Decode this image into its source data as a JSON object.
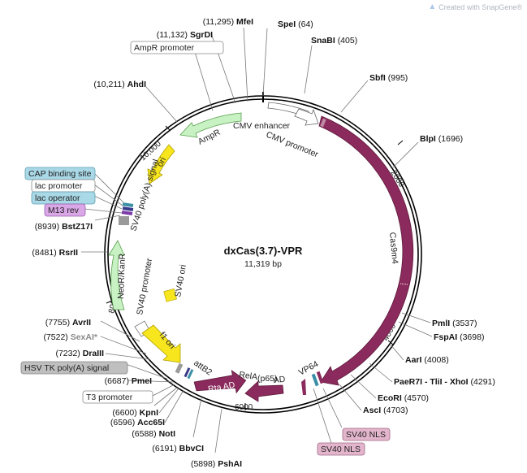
{
  "watermark": "Created with SnapGene®",
  "plasmid": {
    "name": "dxCas(3.7)-VPR",
    "size": "11,319 bp"
  },
  "ticks": [
    "2000",
    "4000",
    "6000",
    "8000",
    "10,000"
  ],
  "sites": [
    {
      "id": "spei",
      "pos": "(64)",
      "enzyme": "SpeI"
    },
    {
      "id": "snabi",
      "pos": "(405)",
      "enzyme": "SnaBI"
    },
    {
      "id": "sbfi",
      "pos": "(995)",
      "enzyme": "SbfI"
    },
    {
      "id": "blpi",
      "pos": "(1696)",
      "enzyme": "BlpI"
    },
    {
      "id": "pmli",
      "pos": "(3537)",
      "enzyme": "PmlI"
    },
    {
      "id": "fspai",
      "pos": "(3698)",
      "enzyme": "FspAI"
    },
    {
      "id": "aari",
      "pos": "(4008)",
      "enzyme": "AarI"
    },
    {
      "id": "paer7i",
      "pos": "(4291)",
      "enzyme": "PaeR7I - TliI - XhoI"
    },
    {
      "id": "ecori",
      "pos": "(4570)",
      "enzyme": "EcoRI"
    },
    {
      "id": "asci",
      "pos": "(4703)",
      "enzyme": "AscI"
    },
    {
      "id": "pshai",
      "pos": "(5898)",
      "enzyme": "PshAI"
    },
    {
      "id": "bbvci",
      "pos": "(6191)",
      "enzyme": "BbvCI"
    },
    {
      "id": "noti",
      "pos": "(6588)",
      "enzyme": "NotI"
    },
    {
      "id": "acc65i",
      "pos": "(6596)",
      "enzyme": "Acc65I"
    },
    {
      "id": "kpni",
      "pos": "(6600)",
      "enzyme": "KpnI"
    },
    {
      "id": "pmei",
      "pos": "(6687)",
      "enzyme": "PmeI"
    },
    {
      "id": "draiii",
      "pos": "(7232)",
      "enzyme": "DraIII"
    },
    {
      "id": "sexai",
      "pos": "(7522)",
      "enzyme": "SexAI*"
    },
    {
      "id": "avrii",
      "pos": "(7755)",
      "enzyme": "AvrII"
    },
    {
      "id": "rsrii",
      "pos": "(8481)",
      "enzyme": "RsrII"
    },
    {
      "id": "bstz17i",
      "pos": "(8939)",
      "enzyme": "BstZ17I"
    },
    {
      "id": "ahdi",
      "pos": "(10,211)",
      "enzyme": "AhdI"
    },
    {
      "id": "sgrdi",
      "pos": "(11,132)",
      "enzyme": "SgrDI"
    },
    {
      "id": "mfei",
      "pos": "(11,295)",
      "enzyme": "MfeI"
    }
  ],
  "boxed_labels": {
    "ampr_promoter": "AmpR promoter",
    "cap": "CAP binding site",
    "lac_promoter": "lac promoter",
    "lac_operator": "lac operator",
    "m13rev": "M13 rev",
    "hsv": "HSV TK poly(A) signal",
    "t3": "T3 promoter",
    "sv40nls1": "SV40 NLS",
    "sv40nls2": "SV40 NLS"
  },
  "features": {
    "cmv_enhancer": "CMV enhancer",
    "cmv_promoter": "CMV promoter",
    "cas9m4": "Cas9m4",
    "ampr": "AmpR",
    "ori": "ori",
    "sv40polya": "SV40 poly(A) signal",
    "neor": "NeoR/KanR",
    "sv40promoter": "SV40 promoter",
    "sv40ori": "SV40 ori",
    "f1ori": "f1 ori",
    "attb2": "attB2",
    "rela": "RelA",
    "p65": "(p65)",
    "ad": "AD",
    "rtaad": "Rta AD",
    "vp64": "VP64"
  },
  "colors": {
    "backbone": "#000000",
    "cas9": "#8b2a5c",
    "ampr": "#c9f2c4",
    "ori": "#f7e51e",
    "neor": "#c9f2c4",
    "cmv": "#ffffff",
    "nls_box": "#e3b5cc",
    "cap_box": "#a9d8e6",
    "m13_box": "#d9a6e6"
  }
}
